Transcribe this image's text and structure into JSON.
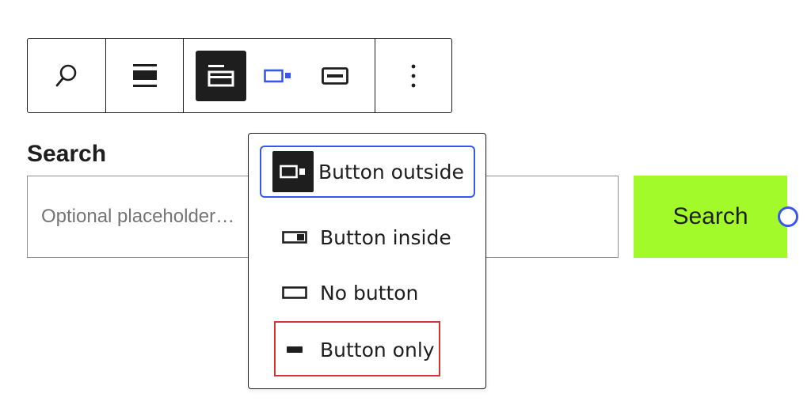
{
  "toolbar": {
    "groups": [
      {
        "items": [
          {
            "icon": "search-icon",
            "label": "Search"
          }
        ]
      },
      {
        "items": [
          {
            "icon": "align-center-icon",
            "label": "Align"
          }
        ]
      },
      {
        "items": [
          {
            "icon": "button-position-icon",
            "label": "Change button position",
            "active": true
          },
          {
            "icon": "button-outside-icon",
            "label": "Button outside"
          },
          {
            "icon": "button-inside-icon",
            "label": "Button inside"
          }
        ]
      },
      {
        "items": [
          {
            "icon": "more-vertical-icon",
            "label": "Options"
          }
        ]
      }
    ]
  },
  "search_block": {
    "label": "Search",
    "input_placeholder": "Optional placeholder…",
    "button_text": "Search"
  },
  "dropdown": {
    "items": [
      {
        "label": "Button outside",
        "icon": "button-outside-icon",
        "focused": true
      },
      {
        "label": "Button inside",
        "icon": "button-inside-icon"
      },
      {
        "label": "No button",
        "icon": "no-button-icon"
      },
      {
        "label": "Button only",
        "icon": "button-only-icon",
        "highlighted": true
      }
    ]
  },
  "colors": {
    "accent": "#3858e9",
    "search_button_bg": "#a3fa2a",
    "highlight": "#d63638",
    "dark": "#1e1e1e"
  }
}
